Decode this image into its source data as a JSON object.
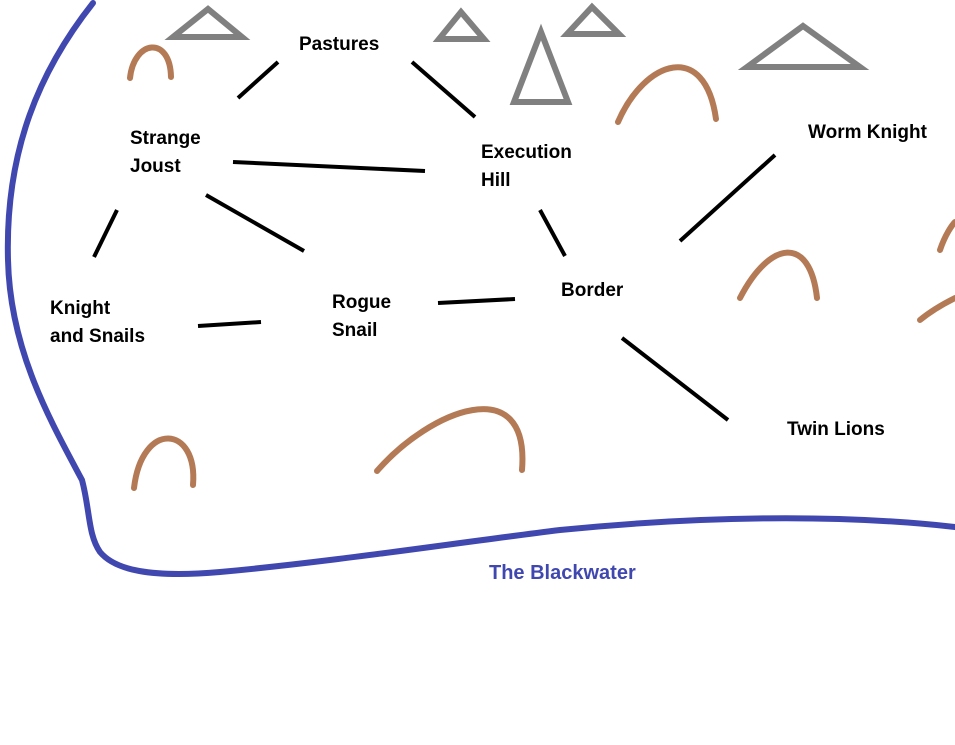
{
  "map": {
    "colors": {
      "river": "#4048b0",
      "hill": "#b47a55",
      "mountain": "#808080",
      "connection": "#000000",
      "background": "#ffffff"
    },
    "river": {
      "label": "The Blackwater"
    },
    "locations": {
      "pastures": "Pastures",
      "strange_joust": [
        "Strange",
        "Joust"
      ],
      "execution_hill": [
        "Execution",
        "Hill"
      ],
      "worm_knight": "Worm Knight",
      "knight_and_snails": [
        "Knight",
        "and Snails"
      ],
      "rogue_snail": [
        "Rogue",
        "Snail"
      ],
      "border": "Border",
      "twin_lions": "Twin Lions"
    },
    "connections": [
      [
        "Strange Joust",
        "Pastures"
      ],
      [
        "Pastures",
        "Execution Hill"
      ],
      [
        "Strange Joust",
        "Execution Hill"
      ],
      [
        "Strange Joust",
        "Knight and Snails"
      ],
      [
        "Strange Joust",
        "Rogue Snail"
      ],
      [
        "Knight and Snails",
        "Rogue Snail"
      ],
      [
        "Rogue Snail",
        "Border"
      ],
      [
        "Execution Hill",
        "Border"
      ],
      [
        "Border",
        "Worm Knight"
      ],
      [
        "Border",
        "Twin Lions"
      ]
    ]
  }
}
